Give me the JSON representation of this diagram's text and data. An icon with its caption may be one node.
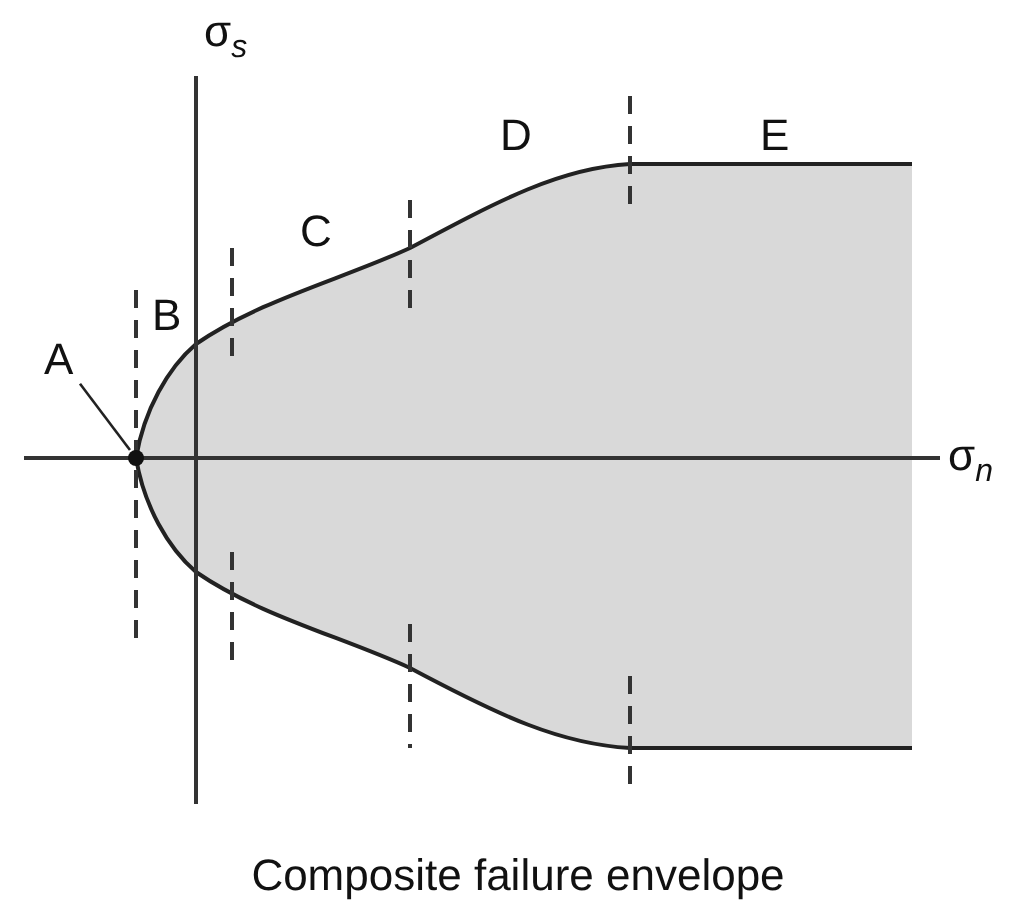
{
  "diagram": {
    "caption": "Composite failure envelope",
    "nodes": [
      {
        "text": [
          "A"
        ]
      },
      {
        "text": [],
        "shape": "circle"
      }
    ],
    "edges": [
      {
        "from": 0,
        "to": 1,
        "arrow": "none"
      }
    ],
    "labels": [
      "σ$_{s}$",
      "D",
      "E",
      "C",
      "B",
      "σ$_{n}$"
    ]
  }
}
